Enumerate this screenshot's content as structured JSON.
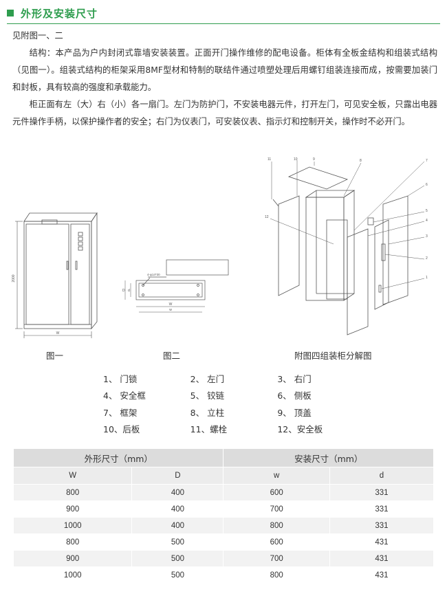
{
  "header": {
    "title": "外形及安装尺寸"
  },
  "body": {
    "ref": "见附图一、二",
    "p1": "结构：本产品为户内封闭式靠墙安装装置。正面开门操作维修的配电设备。柜体有全板金结构和组装式结构（见图一）。组装式结构的柜架采用8MF型材和特制的联结件通过喷塑处理后用螺钉组装连接而成，按需要加装门和封板，具有较高的强度和承载能力。",
    "p2": "柜正面有左（大）右（小）各一扇门。左门为防护门，不安装电器元件，打开左门，可见安全板，只露出电器元件操作手柄，以保护操作者的安全；右门为仪表门，可安装仪表、指示灯和控制开关，操作时不必开门。"
  },
  "figures": {
    "fig1": {
      "caption": "图一",
      "height_label": "2000",
      "width_label": "W"
    },
    "fig2": {
      "caption": "图二",
      "hole_label": "4-φ14*30",
      "depth_label": "D",
      "depth_inner_label": "d",
      "width_label": "W",
      "width_inner_label": "w"
    },
    "fig4": {
      "caption": "附图四组装柜分解图",
      "callouts": [
        "1",
        "2",
        "3",
        "4",
        "5",
        "6",
        "7",
        "8",
        "9",
        "10",
        "11",
        "12"
      ]
    }
  },
  "legend": [
    [
      "1、 门锁",
      "2、 左门",
      "3、 右门"
    ],
    [
      "4、 安全框",
      "5、 铰链",
      "6、 侧板"
    ],
    [
      "7、 框架",
      "8、 立柱",
      "9、 顶盖"
    ],
    [
      "10、后板",
      "11、螺栓",
      "12、安全板"
    ]
  ],
  "table": {
    "group_headers": [
      "外形尺寸（mm）",
      "安装尺寸（mm）"
    ],
    "columns": [
      "W",
      "D",
      "w",
      "d"
    ],
    "rows": [
      [
        "800",
        "400",
        "600",
        "331"
      ],
      [
        "900",
        "400",
        "700",
        "331"
      ],
      [
        "1000",
        "400",
        "800",
        "331"
      ],
      [
        "800",
        "500",
        "600",
        "431"
      ],
      [
        "900",
        "500",
        "700",
        "431"
      ],
      [
        "1000",
        "500",
        "800",
        "431"
      ]
    ]
  },
  "colors": {
    "accent": "#2e9d4e",
    "header_bg": "#dcdcdc",
    "row_alt_bg": "#f2f2f2"
  }
}
